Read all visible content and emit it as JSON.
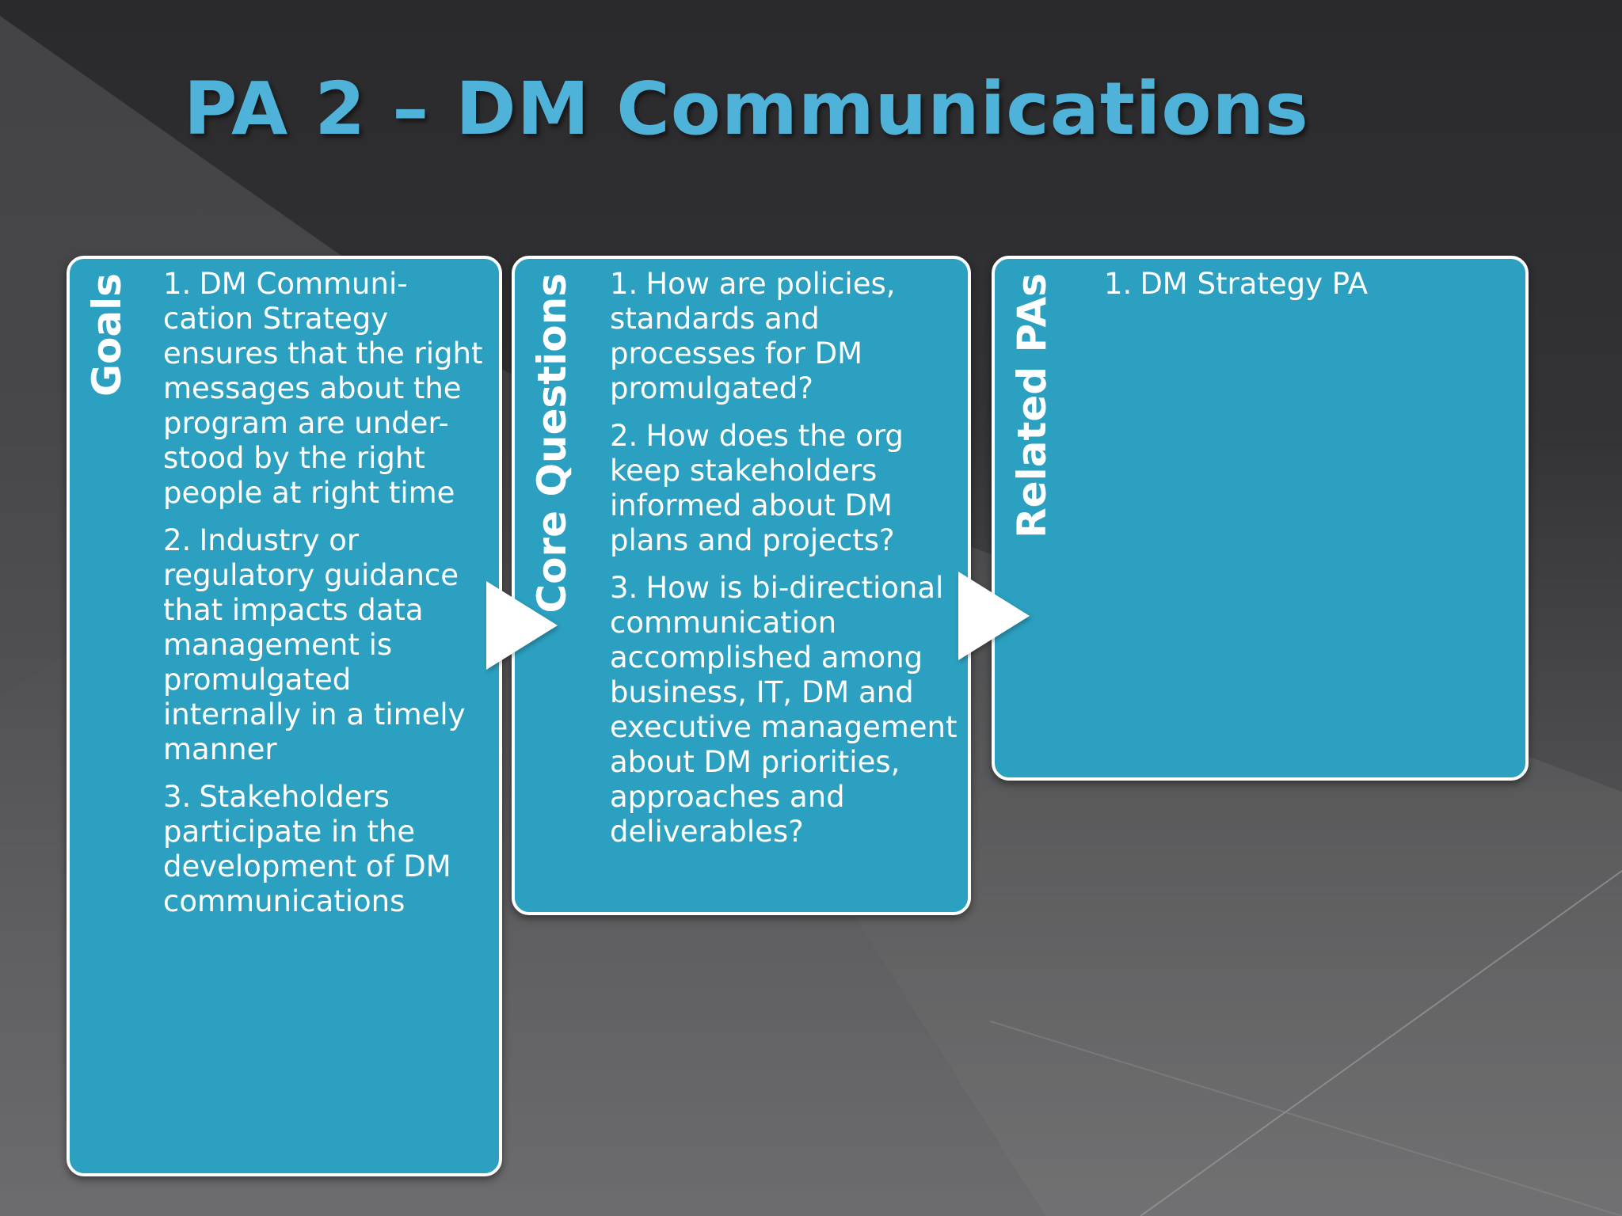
{
  "slide": {
    "title": "PA 2 – DM Communications"
  },
  "panels": [
    {
      "heading": "Goals",
      "items": [
        {
          "num": "1.",
          "text": "DM Communi-cation Strategy ensures that the right messages about the program are under-stood by the right people at right time"
        },
        {
          "num": "2.",
          "text": "Industry or regulatory guidance that impacts data management is promulgated internally in a timely manner"
        },
        {
          "num": "3.",
          "text": "Stakeholders participate in the development of DM communications"
        }
      ]
    },
    {
      "heading": "Core Questions",
      "items": [
        {
          "num": "1.",
          "text": "How are policies, standards and processes for DM promulgated?"
        },
        {
          "num": "2.",
          "text": "How does the org keep stakeholders informed about DM plans and projects?"
        },
        {
          "num": "3.",
          "text": "How is bi-directional communication accomplished among business, IT, DM and executive management about DM priorities, approaches and deliverables?"
        }
      ]
    },
    {
      "heading": "Related PAs",
      "items": [
        {
          "num": "1.",
          "text": "DM Strategy PA"
        }
      ]
    }
  ],
  "colors": {
    "title": "#4fb3d9",
    "panel_fill": "#2ca0c0",
    "panel_border": "#ffffff",
    "text": "#ffffff"
  }
}
